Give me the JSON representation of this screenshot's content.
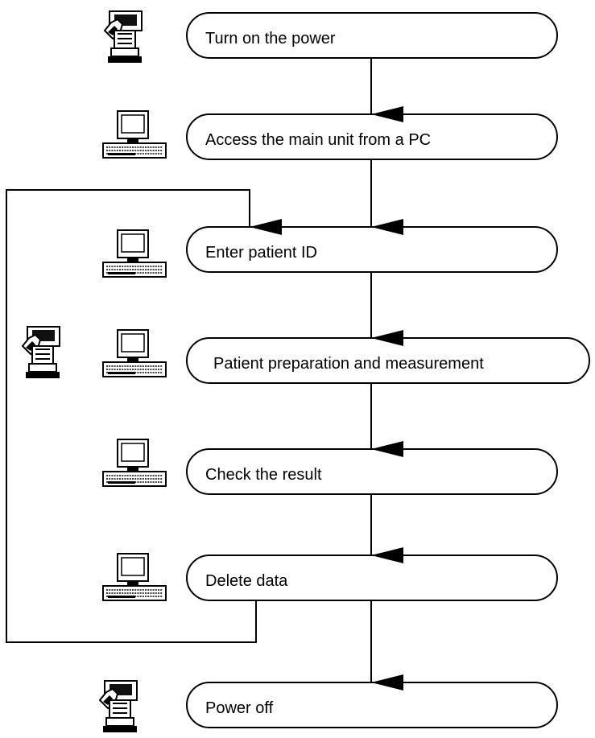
{
  "steps": [
    {
      "label": "Turn on the power",
      "actor_icons": [
        "device-icon"
      ]
    },
    {
      "label": "Access the main unit from a PC",
      "actor_icons": [
        "pc-icon"
      ]
    },
    {
      "label": "Enter patient ID",
      "actor_icons": [
        "pc-icon"
      ]
    },
    {
      "label": "Patient preparation and measurement",
      "actor_icons": [
        "device-icon",
        "pc-icon"
      ]
    },
    {
      "label": "Check the result",
      "actor_icons": [
        "pc-icon"
      ]
    },
    {
      "label": "Delete data",
      "actor_icons": [
        "pc-icon"
      ]
    },
    {
      "label": "Power off",
      "actor_icons": [
        "device-icon"
      ]
    }
  ],
  "loop": {
    "from_step": "Delete data",
    "to_step": "Enter patient ID"
  },
  "colors": {
    "stroke": "#000000",
    "fill": "#ffffff",
    "icon_gray": "#9a9a9a"
  }
}
